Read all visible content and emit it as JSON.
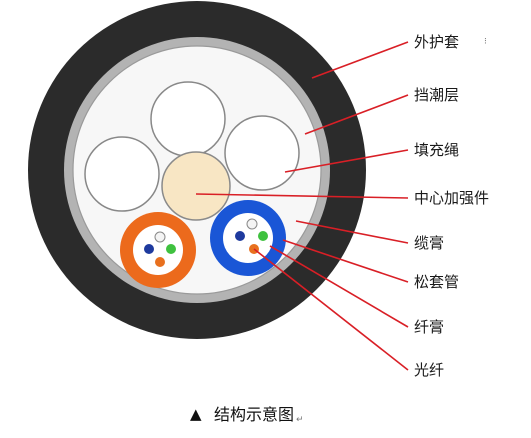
{
  "labels": {
    "outer_sheath": "外护套",
    "moisture_barrier": "挡潮层",
    "filler_rope": "填充绳",
    "central_strength_member": "中心加强件",
    "cable_gel": "缆膏",
    "loose_tube": "松套管",
    "fiber_gel": "纤膏",
    "optical_fiber": "光纤"
  },
  "caption": {
    "symbol": "▲",
    "text": "结构示意图",
    "mark": "↵"
  },
  "colors": {
    "sheath": "#2b2b2b",
    "barrier": "#b3b3b3",
    "filler_fill": "#ffffff",
    "strength_member": "#f8e6c4",
    "tube_orange": "#ec6a1c",
    "tube_blue": "#1a56d6",
    "fiber_white": "#f4f4f4",
    "fiber_blue": "#1e3a9e",
    "fiber_green": "#3fc13f",
    "fiber_orange": "#e8701e",
    "leader_line": "#d91f26"
  }
}
